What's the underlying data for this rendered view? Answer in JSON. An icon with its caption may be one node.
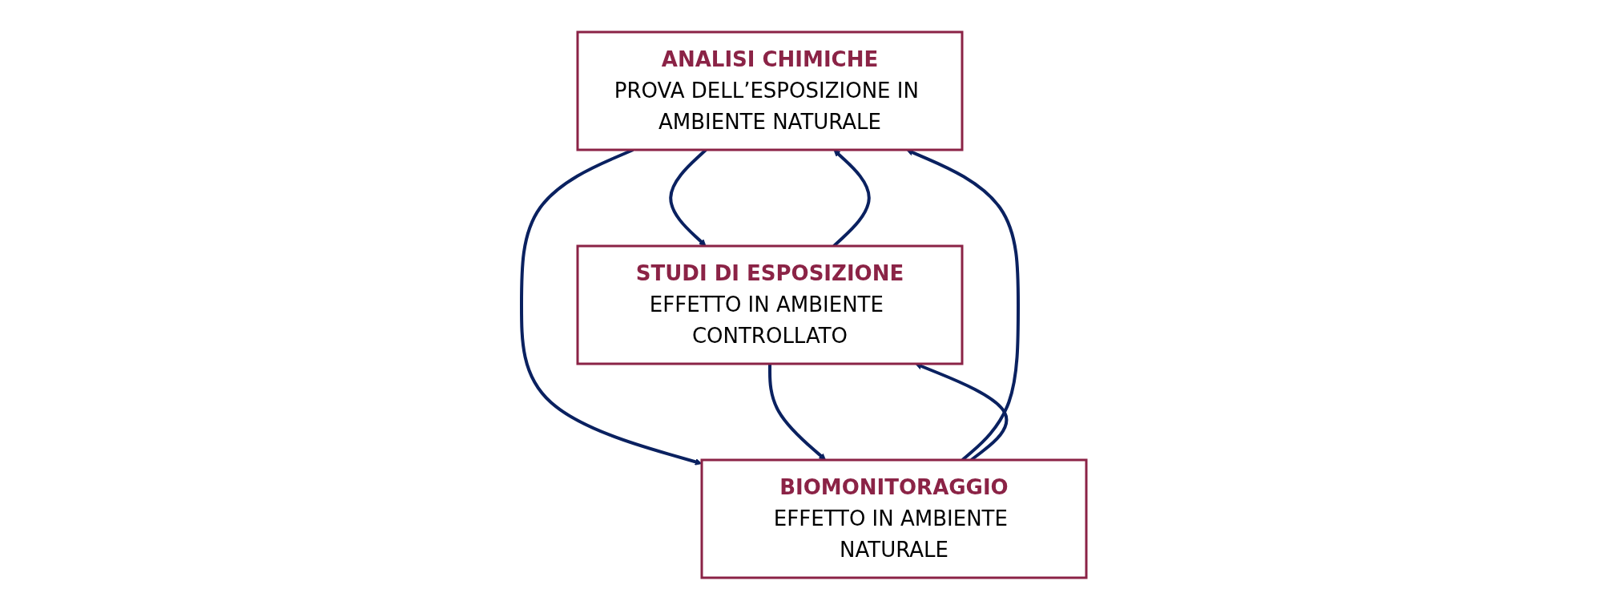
{
  "diagram": {
    "nodes": [
      {
        "text": [
          "ANALISI CHIMICHE",
          "PROVA DELL’ESPOSIZIONE IN AMBIENTE NATURALE"
        ]
      },
      {
        "text": [
          "STUDI DI ESPOSIZIONE",
          "EFFETTO IN AMBIENTE CONTROLLATO"
        ]
      },
      {
        "text": [
          "BIOMONITORAGGIO",
          "EFFETTO IN AMBIENTE NATURALE"
        ]
      }
    ],
    "edges": [
      {
        "from": 0,
        "to": 1,
        "arrow": "to"
      },
      {
        "from": 1,
        "to": 0,
        "arrow": "to"
      },
      {
        "from": 0,
        "to": 2,
        "arrow": "to"
      },
      {
        "from": 2,
        "to": 0,
        "arrow": "to"
      },
      {
        "from": 2,
        "to": 1,
        "arrow": "to"
      },
      {
        "from": 1,
        "to": 2,
        "arrow": "to"
      }
    ]
  }
}
